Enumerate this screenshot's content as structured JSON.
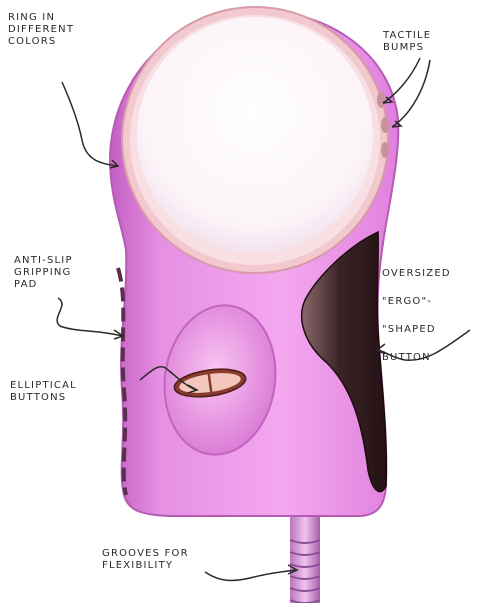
{
  "annotations": {
    "ring": "Ring in\ndifferent\ncolors",
    "tactile": "Tactile\nbumps",
    "antislip": "Anti-slip\ngripping\npad",
    "ergo_1": "Oversized",
    "ergo_2": "\"ERGO\"-",
    "ergo_3": "\"shaped",
    "ergo_4": "button",
    "elliptical": "Elliptical\nbuttons",
    "grooves": "Grooves for\nflexibility"
  },
  "colors": {
    "body_pink": "#e98ce6",
    "ring_white": "#fbf3f8",
    "ring_rim": "#f2c9cf",
    "ergo_dark": "#3b2326",
    "outline": "#2a2a2a"
  }
}
